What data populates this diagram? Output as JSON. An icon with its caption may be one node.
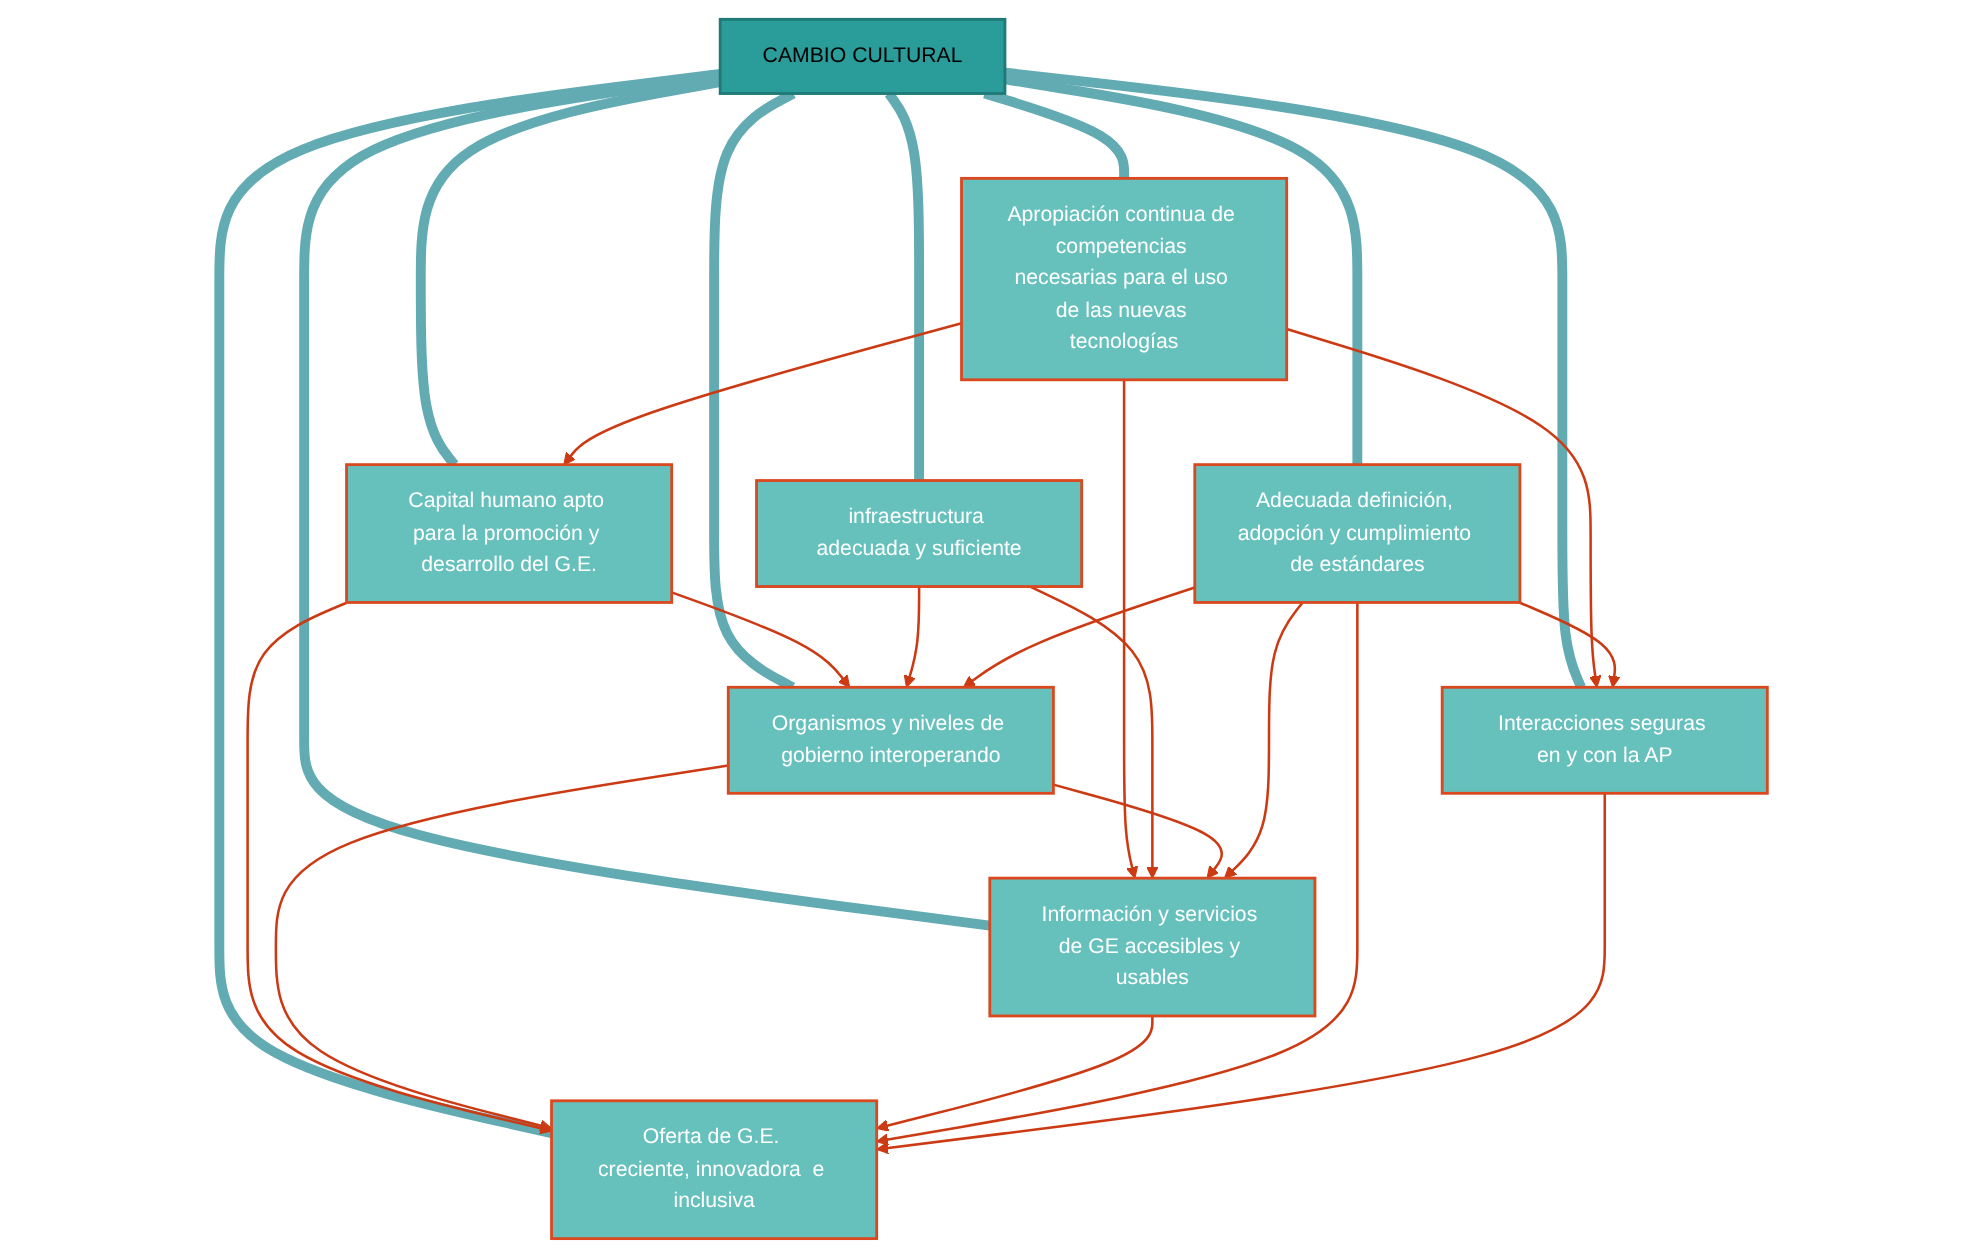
{
  "diagram": {
    "nodes": [
      {
        "text": [
          "Apropiación continua de competencias necesarias para el uso de las nuevas tecnologías"
        ]
      },
      {
        "text": [
          "Capital humano apto para la promoción y desarrollo del G.E."
        ]
      },
      {
        "text": [
          "infraestructura adecuada y suficiente"
        ]
      },
      {
        "text": [
          "Organismos y niveles de gobierno interoperando"
        ]
      },
      {
        "text": [
          "Oferta de G.E. creciente, innovadora  e inclusiva"
        ]
      },
      {
        "text": [
          "CAMBIO CULTURAL"
        ]
      },
      {
        "text": [
          "Información y servicios de GE accesibles y usables"
        ]
      },
      {
        "text": [
          "Adecuada definición, adopción y cumplimiento de estándares"
        ]
      },
      {
        "text": [
          "Interacciones seguras en y con la AP"
        ]
      }
    ],
    "edges": [
      {
        "from": 5,
        "to": 0,
        "arrow": "none",
        "style": "thick",
        "color": "#62abb2"
      },
      {
        "from": 5,
        "to": 1,
        "arrow": "none",
        "style": "thick",
        "color": "#62abb2"
      },
      {
        "from": 5,
        "to": 2,
        "arrow": "none",
        "style": "thick",
        "color": "#62abb2"
      },
      {
        "from": 5,
        "to": 3,
        "arrow": "none",
        "style": "thick",
        "color": "#62abb2"
      },
      {
        "from": 5,
        "to": 4,
        "arrow": "none",
        "style": "thick",
        "color": "#62abb2"
      },
      {
        "from": 5,
        "to": 6,
        "arrow": "none",
        "style": "thick",
        "color": "#62abb2"
      },
      {
        "from": 5,
        "to": 7,
        "arrow": "none",
        "style": "thick",
        "color": "#62abb2"
      },
      {
        "from": 5,
        "to": 8,
        "arrow": "none",
        "style": "thick",
        "color": "#62abb2"
      },
      {
        "from": 0,
        "to": 1,
        "arrow": "to"
      },
      {
        "from": 0,
        "to": 6,
        "arrow": "to"
      },
      {
        "from": 0,
        "to": 8,
        "arrow": "to"
      },
      {
        "from": 1,
        "to": 3,
        "arrow": "to"
      },
      {
        "from": 1,
        "to": 4,
        "arrow": "to"
      },
      {
        "from": 2,
        "to": 3,
        "arrow": "to"
      },
      {
        "from": 2,
        "to": 6,
        "arrow": "to"
      },
      {
        "from": 3,
        "to": 4,
        "arrow": "to"
      },
      {
        "from": 3,
        "to": 6,
        "arrow": "to"
      },
      {
        "from": 7,
        "to": 3,
        "arrow": "to"
      },
      {
        "from": 6,
        "to": 4,
        "arrow": "to"
      },
      {
        "from": 7,
        "to": 6,
        "arrow": "to"
      },
      {
        "from": 7,
        "to": 4,
        "arrow": "to"
      },
      {
        "from": 7,
        "to": 8,
        "arrow": "to"
      },
      {
        "from": 8,
        "to": 4,
        "arrow": "to"
      }
    ]
  }
}
